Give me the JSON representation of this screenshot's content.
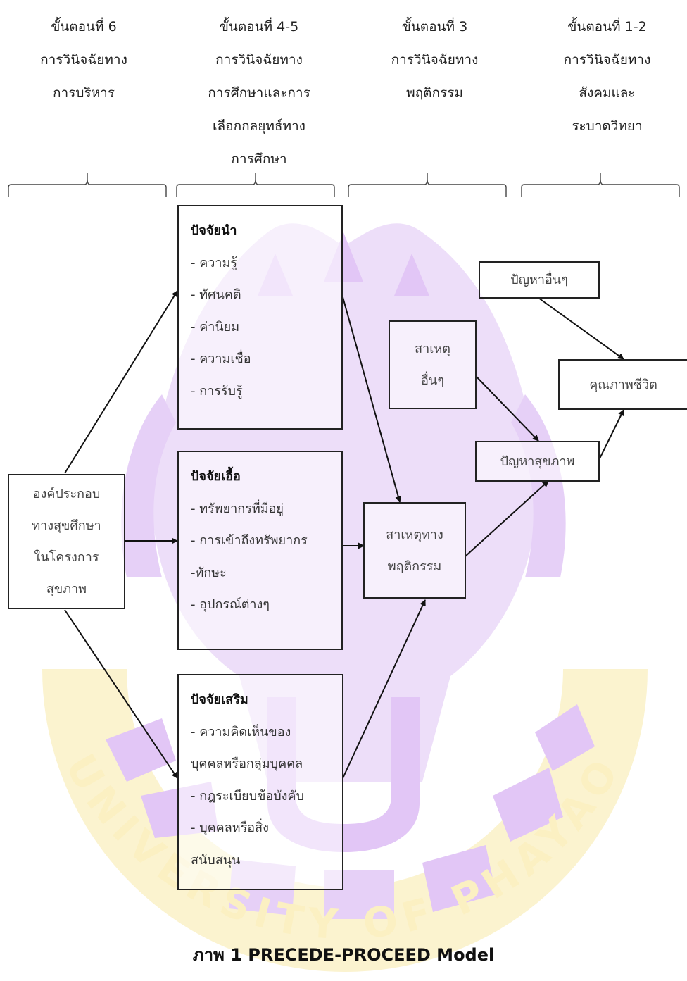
{
  "phases": [
    {
      "step": "ขั้นตอนที่ 6",
      "lines": [
        "การวินิจฉัยทาง",
        "การบริหาร"
      ]
    },
    {
      "step": "ขั้นตอนที่ 4-5",
      "lines": [
        "การวินิจฉัยทาง",
        "การศึกษาและการ",
        "เลือกกลยุทธ์ทาง",
        "การศึกษา"
      ]
    },
    {
      "step": "ขั้นตอนที่ 3",
      "lines": [
        "การวินิจฉัยทาง",
        "พฤติกรรม"
      ]
    },
    {
      "step": "ขั้นตอนที่ 1-2",
      "lines": [
        "การวินิจฉัยทาง",
        "สังคมและ",
        "ระบาดวิทยา"
      ]
    }
  ],
  "predisposing": {
    "title": "ปัจจัยนำ",
    "items": [
      "- ความรู้",
      "- ทัศนคติ",
      "- ค่านิยม",
      "- ความเชื่อ",
      "- การรับรู้"
    ]
  },
  "enabling": {
    "title": "ปัจจัยเอื้อ",
    "items": [
      "- ทรัพยากรที่มีอยู่",
      "- การเข้าถึงทรัพยากร",
      "-ทักษะ",
      "- อุปกรณ์ต่างๆ"
    ]
  },
  "reinforcing": {
    "title": "ปัจจัยเสริม",
    "items": [
      "- ความคิดเห็นของ",
      "บุคคลหรือกลุ่มบุคคล",
      "- กฎระเบียบข้อบังคับ",
      "- บุคคลหรือสิ่ง",
      "สนับสนุน"
    ]
  },
  "health_education": {
    "lines": [
      "องค์ประกอบ",
      "ทางสุขศึกษา",
      "ในโครงการ",
      "สุขภาพ"
    ]
  },
  "behavioral_cause": {
    "lines": [
      "สาเหตุทาง",
      "พฤติกรรม"
    ]
  },
  "other_causes": {
    "lines": [
      "สาเหตุ",
      "อื่นๆ"
    ]
  },
  "health_problem": {
    "label": "ปัญหาสุขภาพ"
  },
  "other_problems": {
    "label": "ปัญหาอื่นๆ"
  },
  "quality_of_life": {
    "label": "คุณภาพชีวิต"
  },
  "caption": "ภาพ 1 PRECEDE-PROCEED Model",
  "watermark": {
    "text": "UNIVERSITY OF PHAYAO",
    "color_purple": "#e2c6f6",
    "color_gold": "#fbf3cf"
  }
}
